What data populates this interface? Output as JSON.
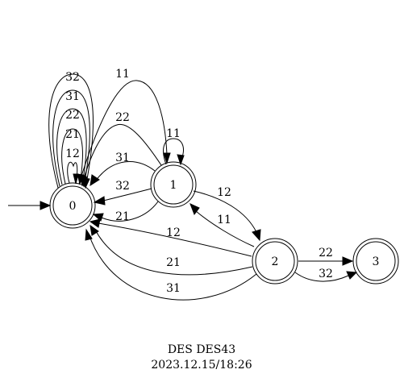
{
  "diagram": {
    "caption": {
      "line1": "DES DES43",
      "line2": "2023.12.15/18:26"
    },
    "states": [
      {
        "id": "s0",
        "label": "0"
      },
      {
        "id": "s1",
        "label": "1"
      },
      {
        "id": "s2",
        "label": "2"
      },
      {
        "id": "s3",
        "label": "3"
      }
    ],
    "transitions": [
      {
        "from": "0",
        "to": "0",
        "label": "12"
      },
      {
        "from": "0",
        "to": "0",
        "label": "21"
      },
      {
        "from": "0",
        "to": "0",
        "label": "22"
      },
      {
        "from": "0",
        "to": "0",
        "label": "31"
      },
      {
        "from": "0",
        "to": "0",
        "label": "32"
      },
      {
        "from": "0",
        "to": "1",
        "label": "11"
      },
      {
        "from": "1",
        "to": "0",
        "label": "22"
      },
      {
        "from": "1",
        "to": "0",
        "label": "31"
      },
      {
        "from": "1",
        "to": "0",
        "label": "32"
      },
      {
        "from": "1",
        "to": "0",
        "label": "21"
      },
      {
        "from": "1",
        "to": "1",
        "label": "11"
      },
      {
        "from": "1",
        "to": "2",
        "label": "12"
      },
      {
        "from": "2",
        "to": "1",
        "label": "11"
      },
      {
        "from": "2",
        "to": "0",
        "label": "12"
      },
      {
        "from": "2",
        "to": "0",
        "label": "21"
      },
      {
        "from": "2",
        "to": "0",
        "label": "31"
      },
      {
        "from": "2",
        "to": "3",
        "label": "22"
      },
      {
        "from": "2",
        "to": "3",
        "label": "32"
      }
    ]
  }
}
